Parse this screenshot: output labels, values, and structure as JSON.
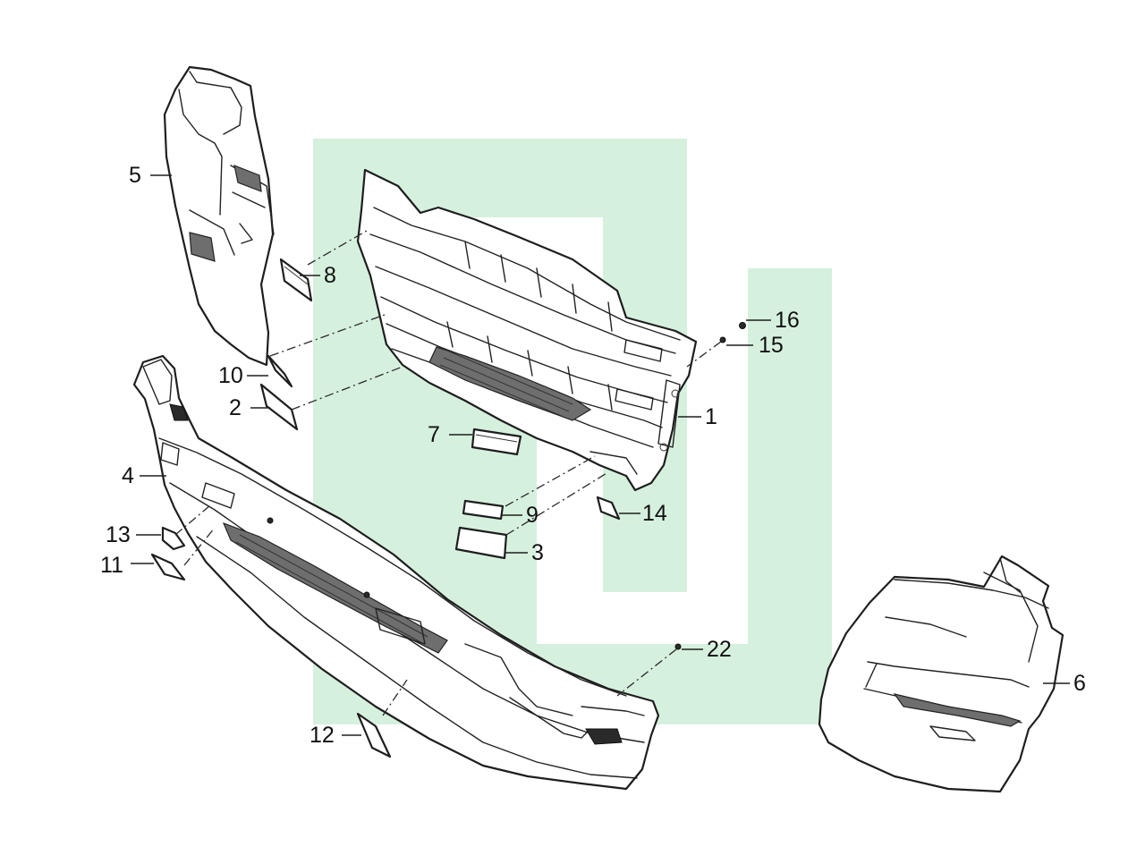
{
  "watermark": {
    "color": "#d6f0de"
  },
  "callouts": [
    {
      "id": "c1",
      "label": "1"
    },
    {
      "id": "c2",
      "label": "2"
    },
    {
      "id": "c3",
      "label": "3"
    },
    {
      "id": "c4",
      "label": "4"
    },
    {
      "id": "c5",
      "label": "5"
    },
    {
      "id": "c6",
      "label": "6"
    },
    {
      "id": "c7",
      "label": "7"
    },
    {
      "id": "c8",
      "label": "8"
    },
    {
      "id": "c9",
      "label": "9"
    },
    {
      "id": "c10",
      "label": "10"
    },
    {
      "id": "c11",
      "label": "11"
    },
    {
      "id": "c12",
      "label": "12"
    },
    {
      "id": "c13",
      "label": "13"
    },
    {
      "id": "c14",
      "label": "14"
    },
    {
      "id": "c15",
      "label": "15"
    },
    {
      "id": "c16",
      "label": "16"
    },
    {
      "id": "c22",
      "label": "22"
    }
  ]
}
